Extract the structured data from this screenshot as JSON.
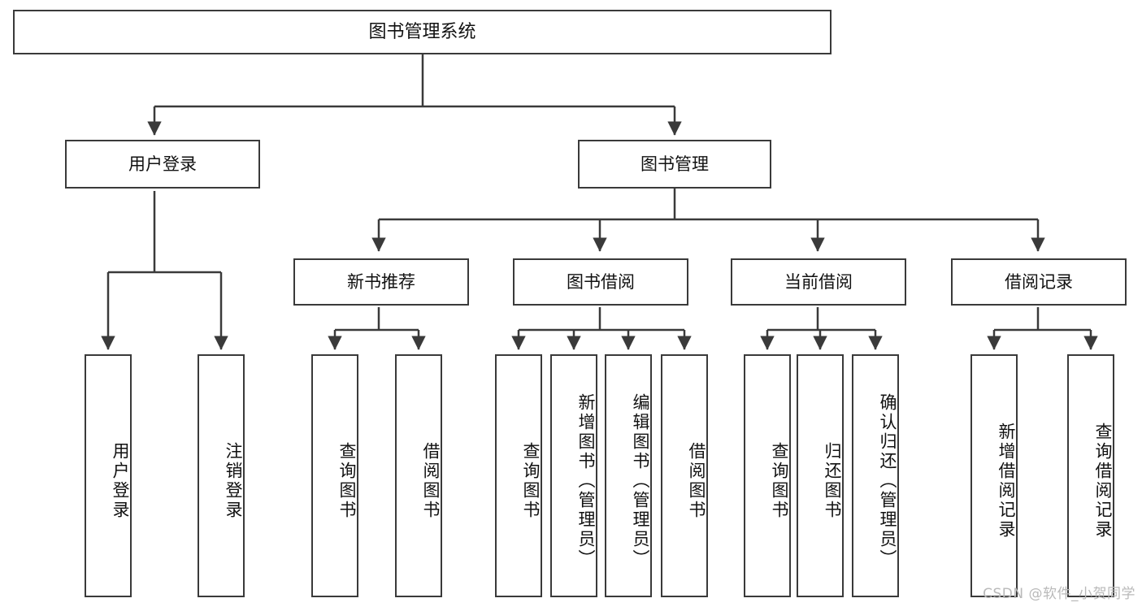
{
  "diagram": {
    "title": "图书管理系统",
    "type": "功能结构图",
    "watermark": "CSDN @软件_小贺同学",
    "colors": {
      "stroke": "#3a3a3a",
      "fill": "#ffffff",
      "text": "#111111",
      "watermark": "#b9b9b9"
    },
    "levels": {
      "root": {
        "label": "图书管理系统"
      },
      "level2": [
        {
          "label": "用户登录"
        },
        {
          "label": "图书管理"
        }
      ],
      "level3": [
        {
          "label": "新书推荐"
        },
        {
          "label": "图书借阅"
        },
        {
          "label": "当前借阅"
        },
        {
          "label": "借阅记录"
        }
      ],
      "leaves": {
        "user_login": [
          {
            "label": "用户登录"
          },
          {
            "label": "注销登录"
          }
        ],
        "new_book": [
          {
            "label": "查询图书"
          },
          {
            "label": "借阅图书"
          }
        ],
        "book_borrow": [
          {
            "label": "查询图书"
          },
          {
            "label": "新增图书（管理员）"
          },
          {
            "label": "编辑图书（管理员）"
          },
          {
            "label": "借阅图书"
          }
        ],
        "current_borrow": [
          {
            "label": "查询图书"
          },
          {
            "label": "归还图书"
          },
          {
            "label": "确认归还（管理员）"
          }
        ],
        "borrow_record": [
          {
            "label": "新增借阅记录"
          },
          {
            "label": "查询借阅记录"
          }
        ]
      }
    }
  }
}
